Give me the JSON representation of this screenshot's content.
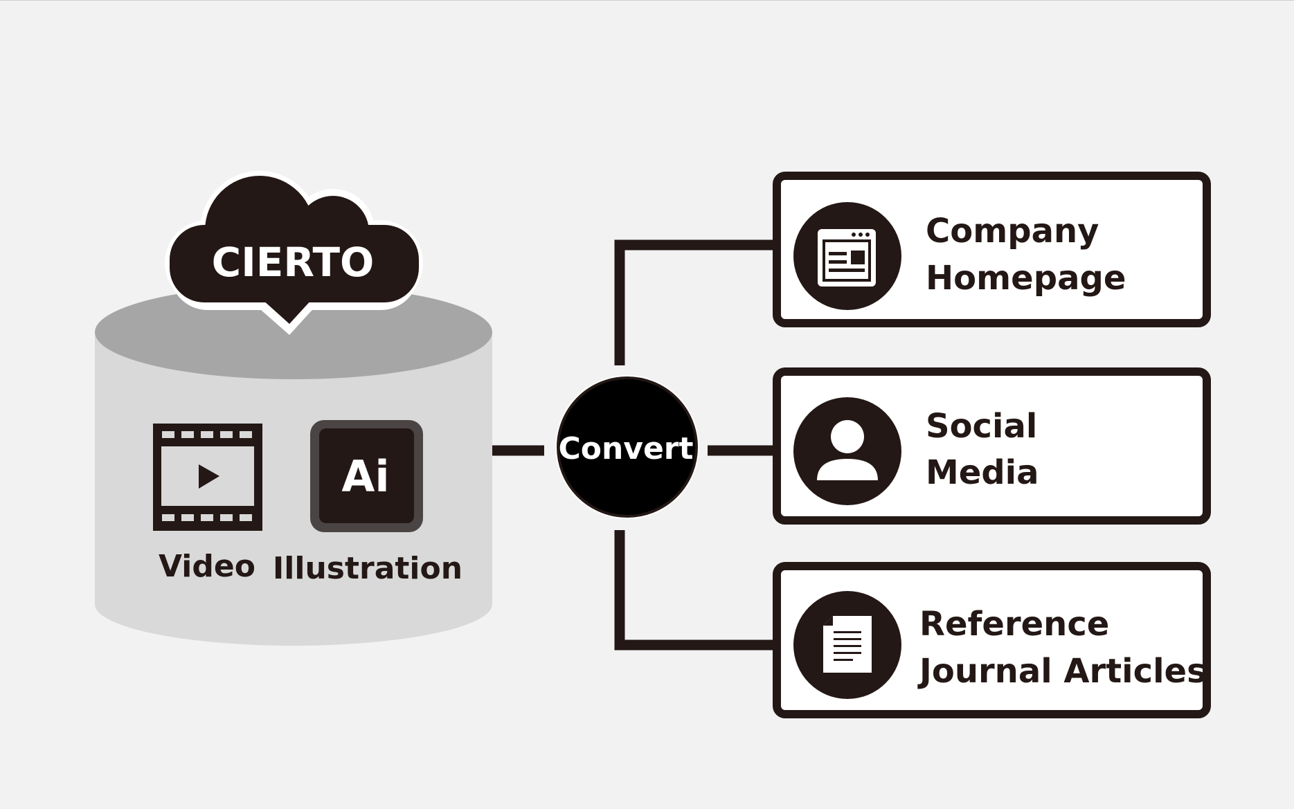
{
  "source": {
    "cloud_label": "CIERTO",
    "items": [
      {
        "label": "Video",
        "icon": "video-film-icon"
      },
      {
        "label": "Illustration",
        "icon": "illustrator-ai-icon",
        "icon_text": "Ai"
      }
    ]
  },
  "converter": {
    "label": "Convert"
  },
  "outputs": [
    {
      "line1": "Company",
      "line2": "Homepage",
      "icon": "browser-window-icon"
    },
    {
      "line1": "Social",
      "line2": "Media",
      "icon": "user-profile-icon"
    },
    {
      "line1": "Reference",
      "line2": "Journal Articles",
      "icon": "document-icon"
    }
  ],
  "colors": {
    "background": "#f2f2f2",
    "dark": "#231815",
    "cylinder_body": "#d9d9d9",
    "cylinder_top": "#a6a6a6",
    "convert_fill": "#000000",
    "white": "#ffffff"
  }
}
